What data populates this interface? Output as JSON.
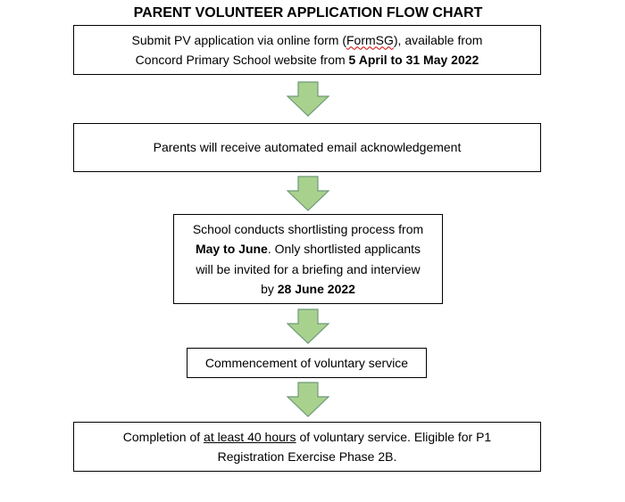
{
  "title": "PARENT VOLUNTEER APPLICATION FLOW CHART",
  "colors": {
    "arrow_fill": "#a9d18e",
    "arrow_stroke": "#6d9a78",
    "box_border": "#000000"
  },
  "steps": [
    {
      "line1_a": "Submit PV application via online form (",
      "line1_form": "FormSG",
      "line1_b": "), available from",
      "line2_a": "Concord Primary School website from ",
      "line2_bold": "5 April to 31 May 2022"
    },
    {
      "text": "Parents will receive automated email acknowledgement"
    },
    {
      "line1": "School conducts shortlisting process from",
      "line2_bold": "May to June",
      "line2_rest": ". Only shortlisted applicants",
      "line3": "will be invited for a briefing and interview",
      "line4_a": "by ",
      "line4_bold": "28 June 2022"
    },
    {
      "text": "Commencement of voluntary service"
    },
    {
      "line1_a": "Completion of ",
      "line1_ul": "at least 40 hours",
      "line1_b": " of voluntary service. Eligible for P1",
      "line2": "Registration Exercise Phase 2B."
    }
  ],
  "arrow_icon": "down-arrow-icon"
}
